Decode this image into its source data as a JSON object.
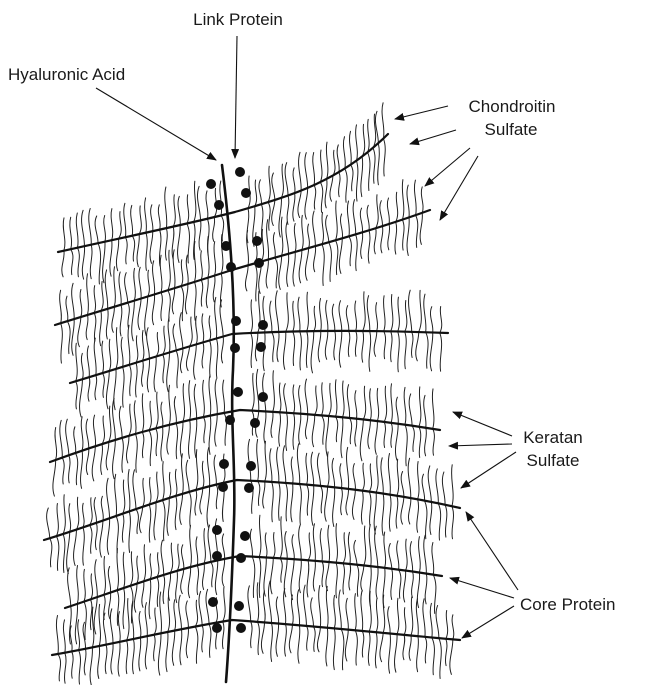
{
  "labels": {
    "link_protein": "Link Protein",
    "hyaluronic_acid": "Hyaluronic Acid",
    "chondroitin": "Chondroitin",
    "sulfate_1": "Sulfate",
    "keratan": "Keratan",
    "sulfate_2": "Sulfate",
    "core_protein": "Core Protein"
  }
}
